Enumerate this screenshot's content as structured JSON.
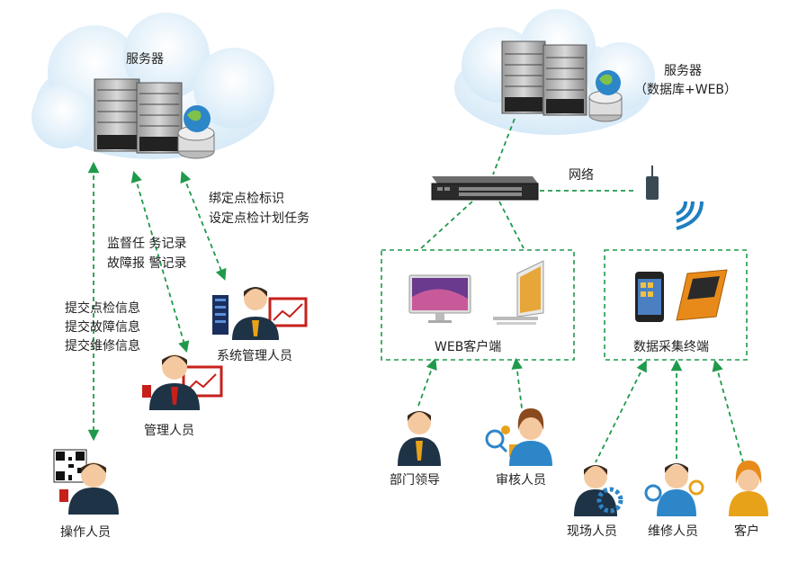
{
  "left_server": {
    "label": "服务器"
  },
  "right_server": {
    "label_line1": "服务器",
    "label_line2": "（数据库+WEB）"
  },
  "network": {
    "label": "网络"
  },
  "annotations": {
    "bind_line1": "绑定点检标识",
    "bind_line2": "设定点检计划任务",
    "supervise_line1": "监督任 务记录",
    "supervise_line2": "故障报 警记录",
    "submit_line1": "提交点检信息",
    "submit_line2": "提交故障信息",
    "submit_line3": "提交维修信息"
  },
  "roles": {
    "sys_admin": "系统管理人员",
    "manager": "管理人员",
    "operator": "操作人员",
    "dept_leader": "部门领导",
    "auditor": "审核人员",
    "field_staff": "现场人员",
    "maintenance": "维修人员",
    "customer": "客户"
  },
  "groups": {
    "web_client": "WEB客户端",
    "data_terminal": "数据采集终端"
  },
  "colors": {
    "connector": "#1f9a4b",
    "cloud": "#d9ecf8",
    "suit": "#1e3346",
    "tie": "#e8a21a",
    "skin": "#f5c9a0"
  }
}
